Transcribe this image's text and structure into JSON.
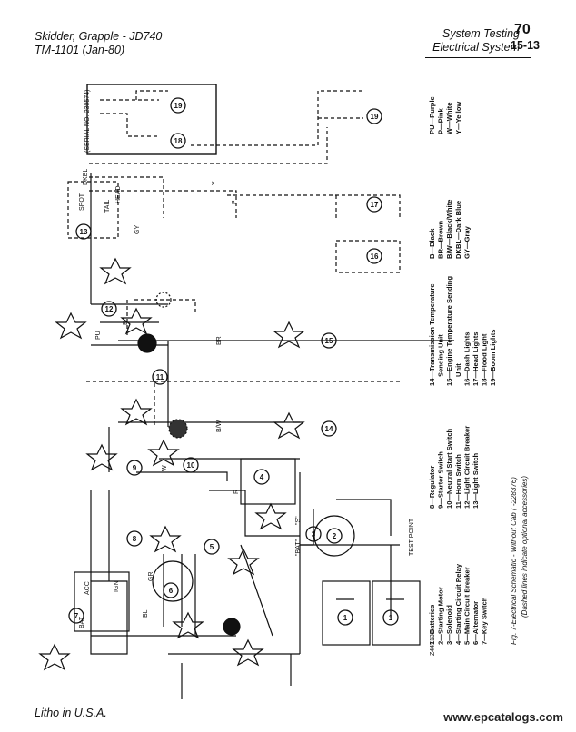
{
  "header": {
    "left_line1": "Skidder, Grapple  -  JD740",
    "left_line2": "TM-1101   (Jan-80)",
    "right_line1": "System Testing",
    "right_line2": "Electrical System",
    "page_number": "70",
    "section": "15-13"
  },
  "footer": {
    "litho": "Litho in U.S.A.",
    "watermark": "www.epcatalogs.com"
  },
  "legend_left": [
    "1—Batteries",
    "2—Starting Motor",
    "3—Solenoid",
    "4—Starting Circuit Relay",
    "5—Main Circuit Breaker",
    "6—Alternator",
    "7—Key Switch"
  ],
  "legend_mid": [
    "8—Regulator",
    "9—Starter Switch",
    "10—Neutral Start Switch",
    "11—Horn Switch",
    "12—Light Circuit Breaker",
    "13—Light Switch"
  ],
  "legend_right": [
    "14—Transmission Temperature",
    "Sending Unit",
    "15—Engine Temperature Sending",
    "Unit",
    "16—Dash Lights",
    "17—Head Lights",
    "18—Flood Light",
    "19—Boom Lights"
  ],
  "color_legend_a": [
    "B—Black",
    "BR—Brown",
    "B/W—Black/White",
    "DKBL—Dark Blue",
    "GY—Gray"
  ],
  "color_legend_b": [
    "PU—Purple",
    "P—Pink",
    "W—White",
    "Y—Yellow"
  ],
  "caption": {
    "line1": "Fig. 7-Electrical Schematic - Without Cab (              -228376)",
    "line2": "(Dashed lines indicate optional accessories)"
  },
  "figure_id": "Z447138",
  "schematic": {
    "serial_note": "(SERIAL NO.-230574)",
    "component_numbers": [
      "1",
      "1",
      "2",
      "3",
      "4",
      "5",
      "6",
      "7",
      "8",
      "9",
      "10",
      "11",
      "12",
      "13",
      "14",
      "15",
      "16",
      "17",
      "18",
      "19",
      "19"
    ],
    "labels": {
      "test_point": "TEST POINT",
      "bat_quoted": "\"BAT\"",
      "s_quoted": "\"S\"",
      "acc": "ACC",
      "ign": "IGN",
      "bat": "BAT",
      "spot": "SPOT",
      "tail": "TAIL",
      "head": "HEAD"
    },
    "wire_codes": {
      "dkbl": "DKBL",
      "y": "Y",
      "p": "P",
      "gy": "GY",
      "br": "BR",
      "b": "B",
      "pu": "PU",
      "bw": "B/W",
      "w": "W",
      "r": "R",
      "gr": "GR",
      "bl": "BL"
    }
  }
}
